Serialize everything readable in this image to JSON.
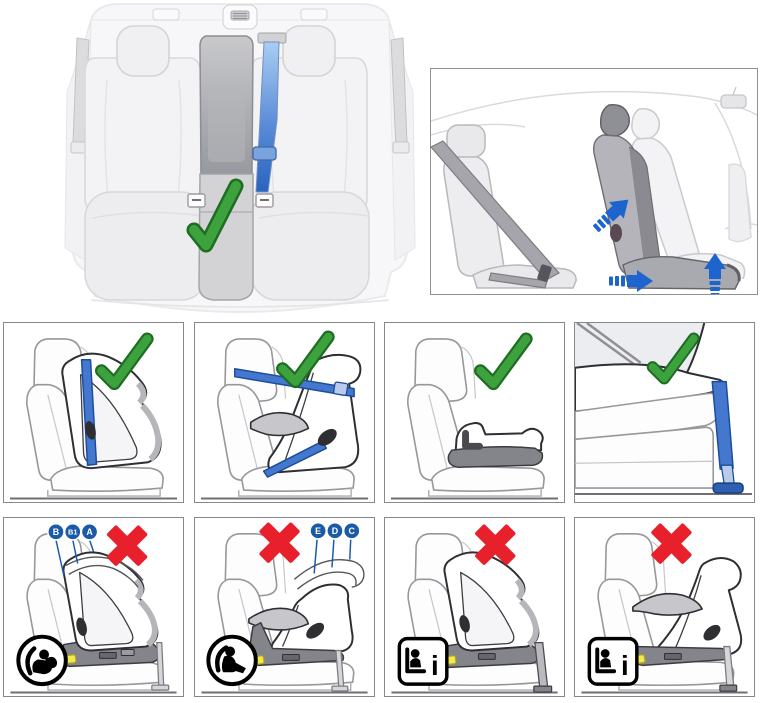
{
  "page": {
    "background_color": "#ffffff",
    "description": "Child safety seat installation illustrations"
  },
  "colors": {
    "check_green": "#3da23d",
    "check_green_outline": "#1d6e22",
    "cross_red": "#e8202b",
    "seatbelt_blue": "#4478cf",
    "seatbelt_blue_dark": "#1c4c9c",
    "badge_blue": "#1b5aa6",
    "arrow_blue": "#1d64cf",
    "isofix_highlight_yellow": "#f1e94f",
    "pad_gray": "#c6c6cb",
    "base_gray": "#84848b"
  },
  "rear_bench_panel": {
    "name": "rear-bench-center-seatbelt",
    "status_icon": "green-checkmark"
  },
  "seat_adjustment_panel": {
    "name": "front-seat-adjustment",
    "arrow_icons": [
      "tilt-seatback-arrow",
      "slide-forward-arrow",
      "raise-seat-arrow"
    ]
  },
  "allowed_row": [
    {
      "name": "rear-facing-child-seat-with-seatbelt",
      "status_icon": "green-checkmark"
    },
    {
      "name": "forward-facing-child-seat-with-top-tether",
      "status_icon": "green-checkmark"
    },
    {
      "name": "booster-seat-on-bench",
      "status_icon": "green-checkmark"
    },
    {
      "name": "child-seat-support-leg-on-floor",
      "status_icon": "green-checkmark"
    }
  ],
  "not_allowed_row": [
    {
      "name": "rear-facing-isofix-size-classes",
      "status_icon": "red-cross",
      "badges": [
        "B",
        "B1",
        "A"
      ],
      "corner_icon": "rear-facing-infant-seat-circle-icon"
    },
    {
      "name": "forward-facing-isofix-size-classes",
      "status_icon": "red-cross",
      "badges": [
        "E",
        "D",
        "C"
      ],
      "corner_icon": "forward-facing-child-seat-circle-icon"
    },
    {
      "name": "rear-facing-i-size-seat",
      "status_icon": "red-cross",
      "badges": [],
      "corner_icon": "i-size-square-icon",
      "corner_icon_letter": "i"
    },
    {
      "name": "forward-facing-i-size-seat",
      "status_icon": "red-cross",
      "badges": [],
      "corner_icon": "i-size-square-icon",
      "corner_icon_letter": "i"
    }
  ]
}
